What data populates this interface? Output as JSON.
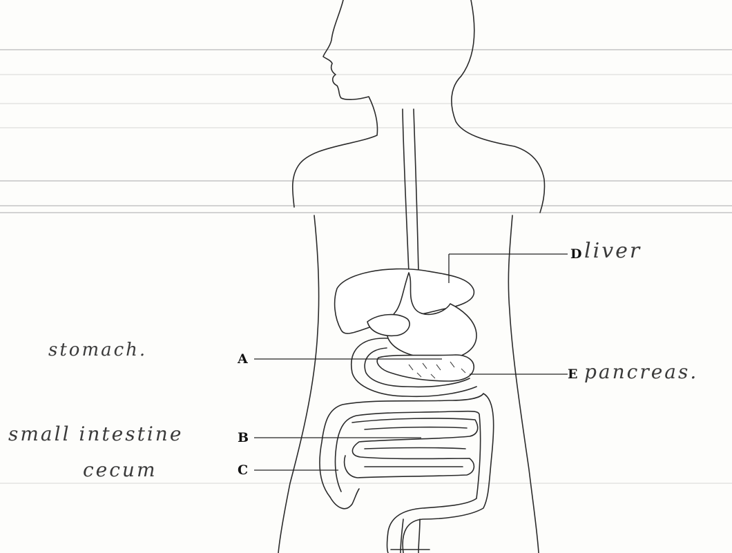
{
  "labels": {
    "a": "A",
    "b": "B",
    "c": "C",
    "d": "D",
    "e": "E"
  },
  "handwritten": {
    "d_answer": "liver",
    "e_answer": "pancreas.",
    "a_answer": "stomach.",
    "b_answer": "small intestine",
    "c_answer": "cecum"
  }
}
